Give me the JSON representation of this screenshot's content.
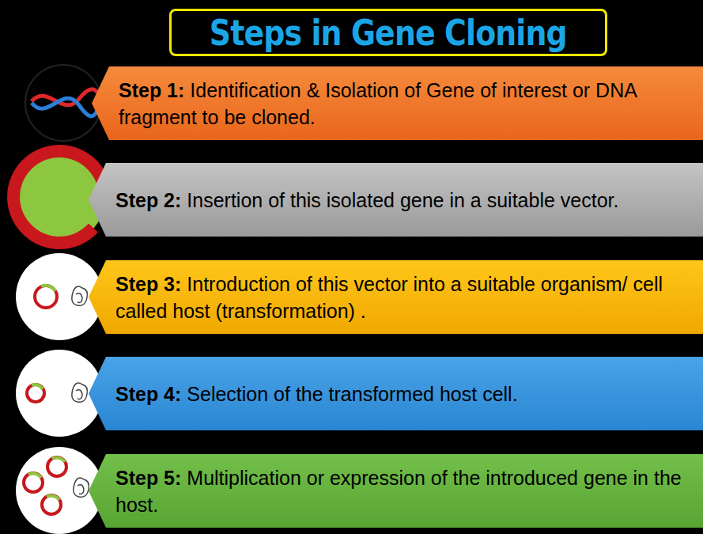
{
  "diagram": {
    "title": "Steps in Gene Cloning",
    "nodes": [
      {
        "text": [
          "Step 1:",
          "Identification & Isolation of Gene of interest or DNA fragment to be cloned."
        ]
      },
      {
        "text": [
          "Step 2:",
          "Insertion of this isolated gene in a suitable vector."
        ]
      },
      {
        "text": [
          "Step 3:",
          "Introduction of this vector into a suitable organism/ cell called host (transformation) ."
        ]
      },
      {
        "text": [
          "Step 4:",
          "Selection of the transformed host cell."
        ]
      },
      {
        "text": [
          "Step 5:",
          "Multiplication or expression of the introduced gene in the host."
        ]
      }
    ]
  }
}
